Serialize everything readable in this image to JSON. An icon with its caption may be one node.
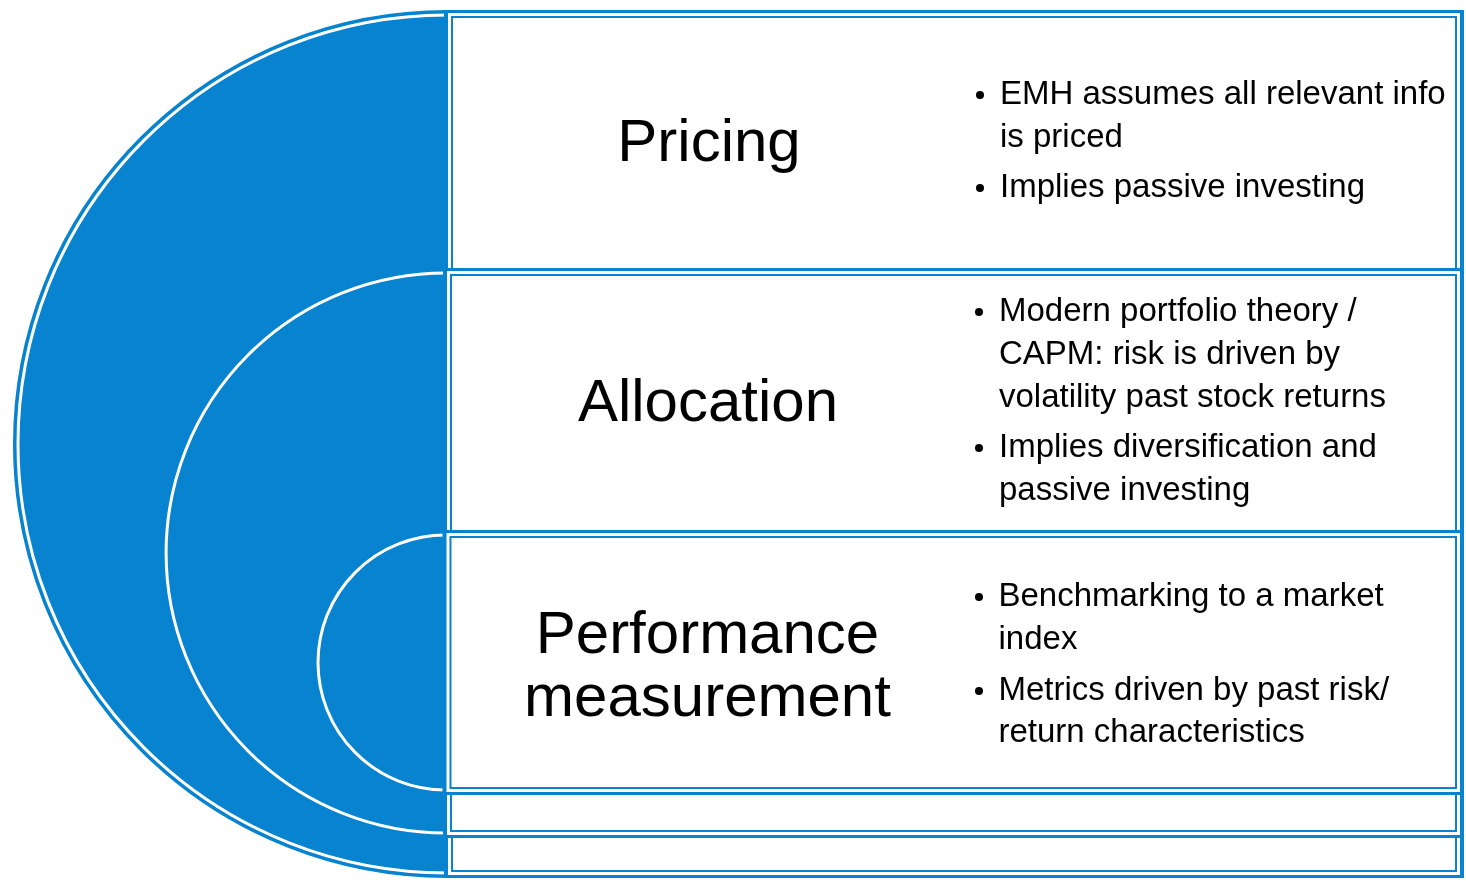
{
  "diagram": {
    "nodes": [
      {
        "text": [
          "Pricing",
          "EMH assumes all relevant info is priced",
          "Implies passive investing"
        ]
      },
      {
        "text": [
          "Allocation",
          "Modern portfolio theory / CAPM: risk is driven by volatility past stock returns",
          "Implies diversification and passive investing"
        ],
        "in": 0
      },
      {
        "text": [
          "Performance measurement",
          "Benchmarking to a market index",
          "Metrics driven by past risk/ return characteristics"
        ],
        "in": 1
      }
    ]
  }
}
